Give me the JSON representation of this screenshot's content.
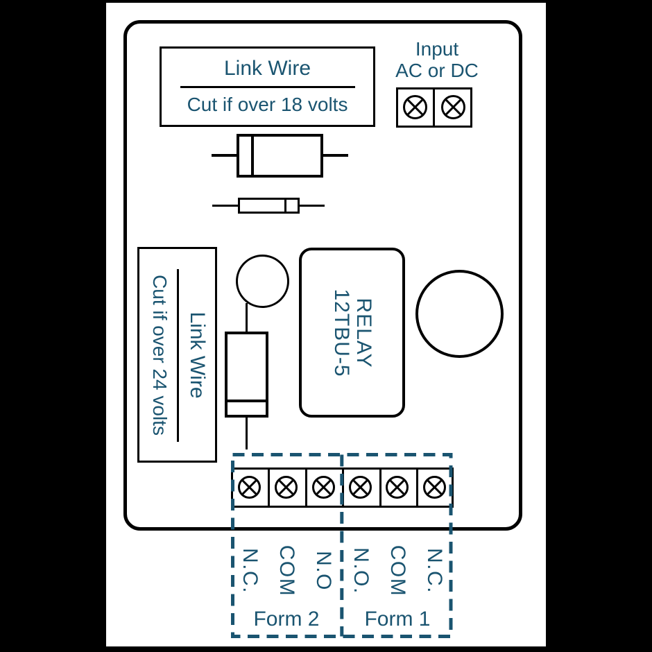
{
  "colors": {
    "accent_text": "#1A5470",
    "dashed_line": "#1A5470",
    "line_black": "#000000",
    "page_bg": "#FFFFFF",
    "canvas_bg": "#000000"
  },
  "notices": {
    "top": {
      "title": "Link Wire",
      "subtitle": "Cut if over 18 volts"
    },
    "side": {
      "title": "Link Wire",
      "subtitle": "Cut if over 24 volts"
    }
  },
  "input": {
    "line1": "Input",
    "line2": "AC or DC"
  },
  "relay": {
    "line1": "RELAY",
    "line2": "12TBU-5"
  },
  "terminals": {
    "form2": {
      "label": "Form 2",
      "pins": [
        "N.C.",
        "COM",
        "N.O"
      ]
    },
    "form1": {
      "label": "Form 1",
      "pins": [
        "N.O.",
        "COM",
        "N.C."
      ]
    }
  }
}
